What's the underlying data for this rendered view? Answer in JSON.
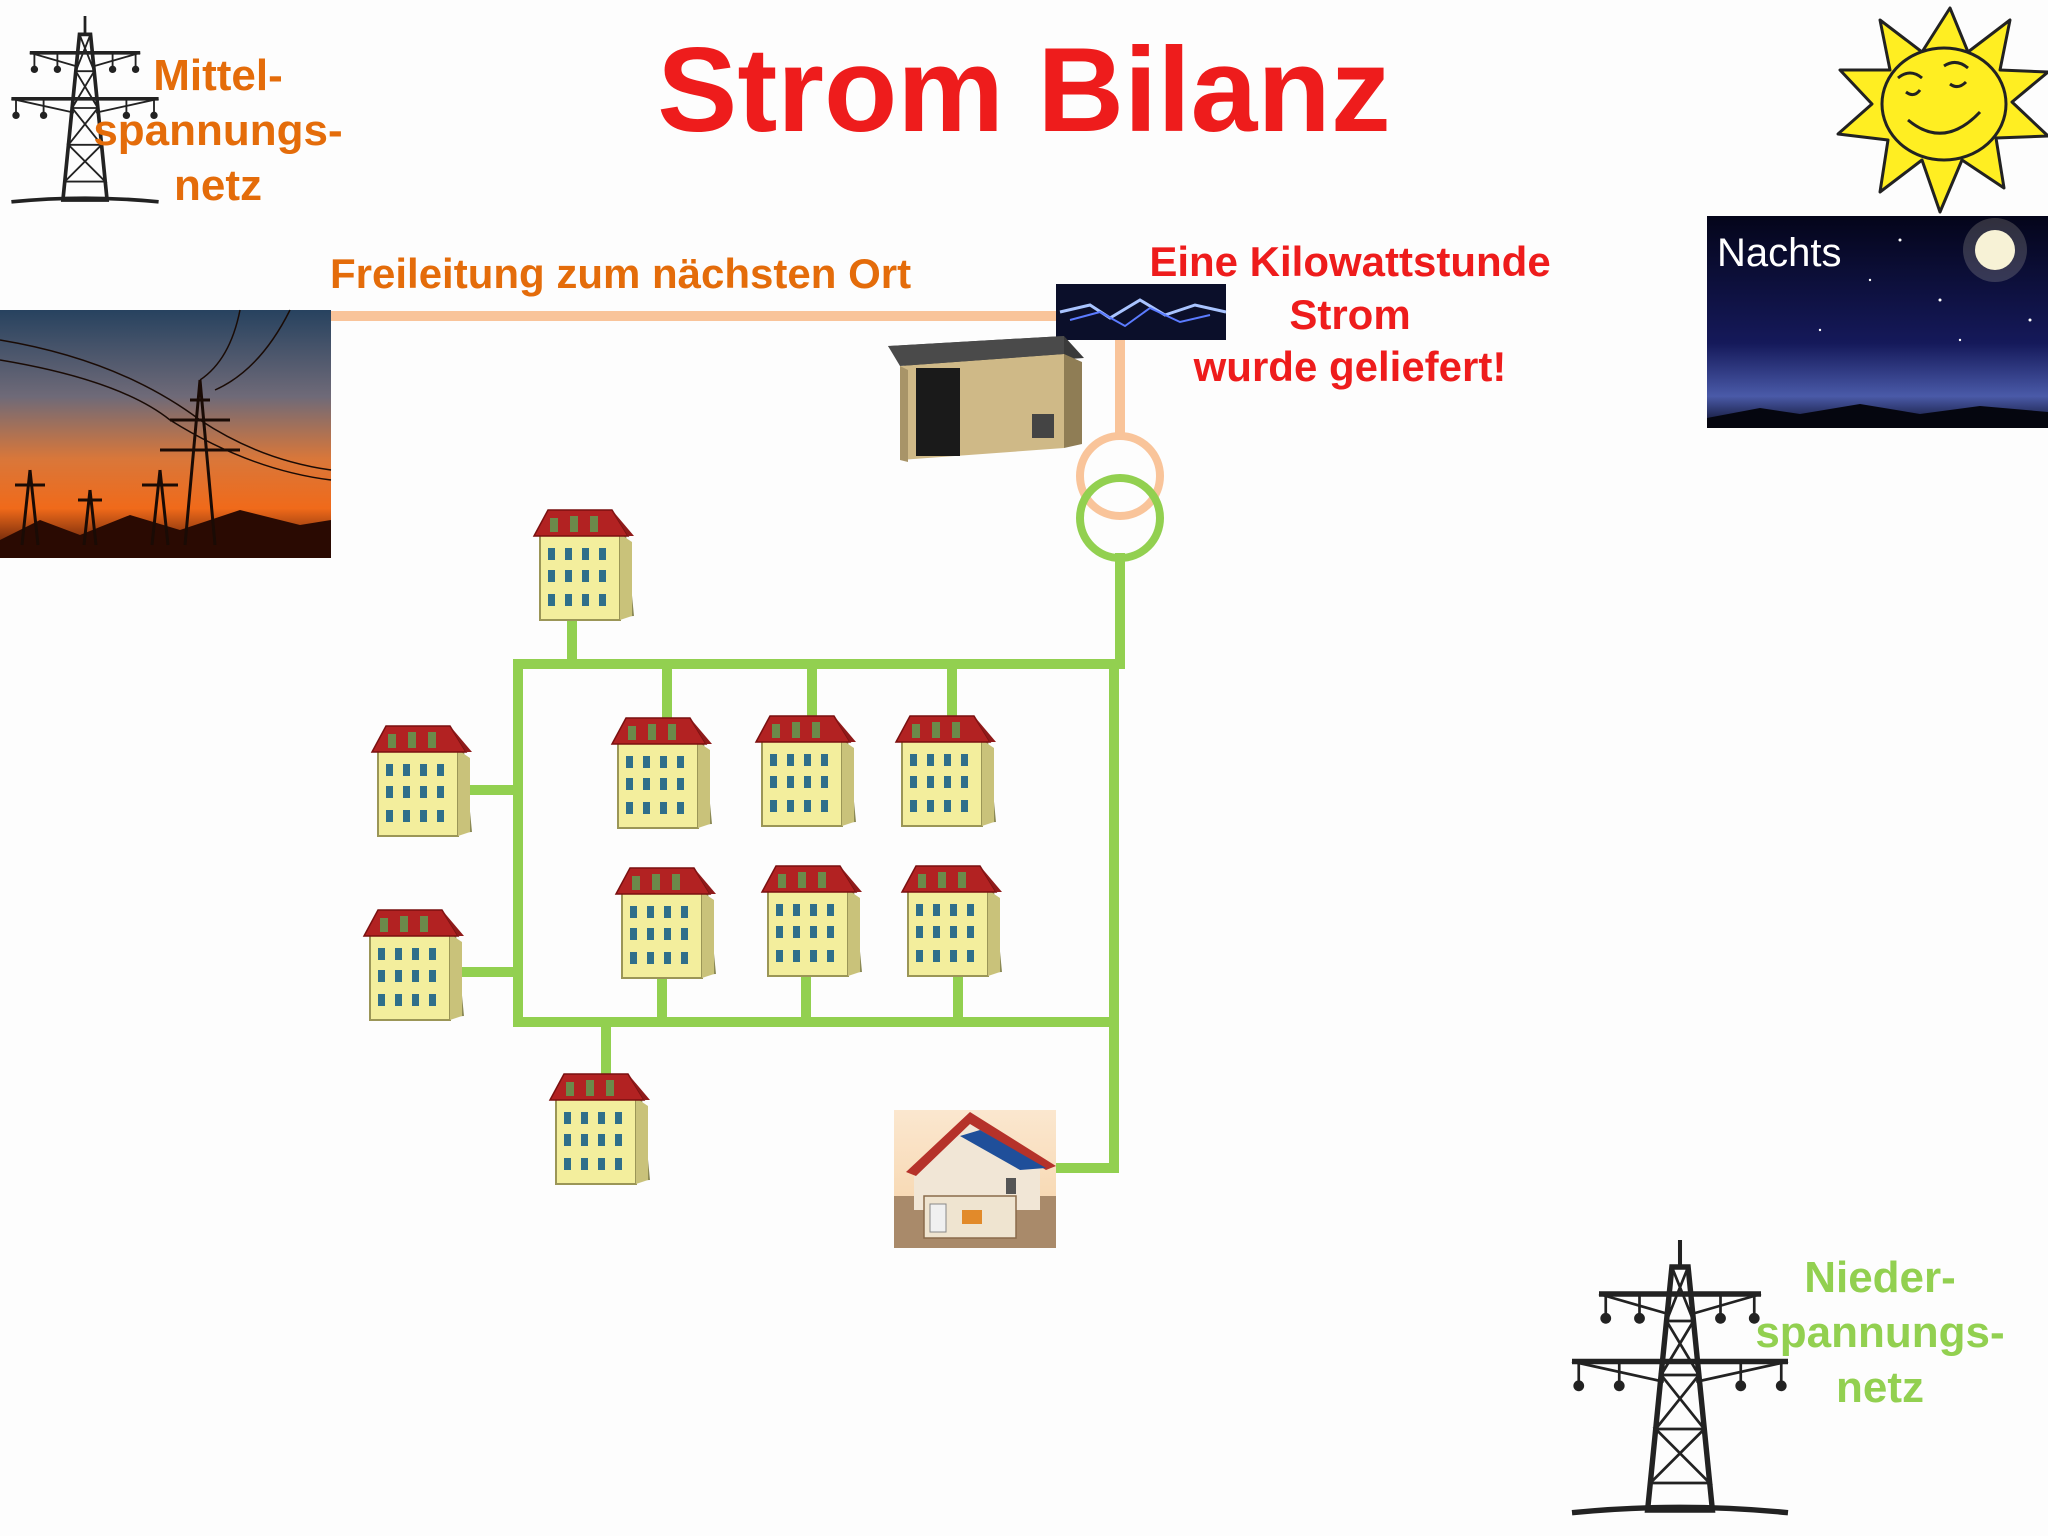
{
  "title": "Strom Bilanz",
  "labels": {
    "mittel": [
      "Mittel-",
      "spannungs-",
      "netz"
    ],
    "freileitung": "Freileitung zum nächsten Ort",
    "kwh": [
      "Eine Kilowattstunde",
      "Strom",
      "wurde geliefert!"
    ],
    "nieder": [
      "Nieder-",
      "spannungs-",
      "netz"
    ],
    "nachts": "Nachts"
  },
  "colors": {
    "title": "#ee1c1c",
    "mittelspannung": "#e46c0a",
    "niederspannung": "#92d050",
    "freileitung_line": "#f9c49a",
    "grid_line": "#92d050",
    "house_wall": "#f3ee9d",
    "house_roof": "#b22222"
  },
  "icons": {
    "mittel_pylon": "power-pylon-icon",
    "nieder_pylon": "power-pylon-icon",
    "sun": "smiling-sun-icon",
    "moon": "moon-icon",
    "lightning": "lightning-icon",
    "transformer": "transformer-symbol-icon",
    "substation": "substation-building-icon",
    "apartment": "apartment-building-icon",
    "solar_house": "solar-house-icon"
  }
}
